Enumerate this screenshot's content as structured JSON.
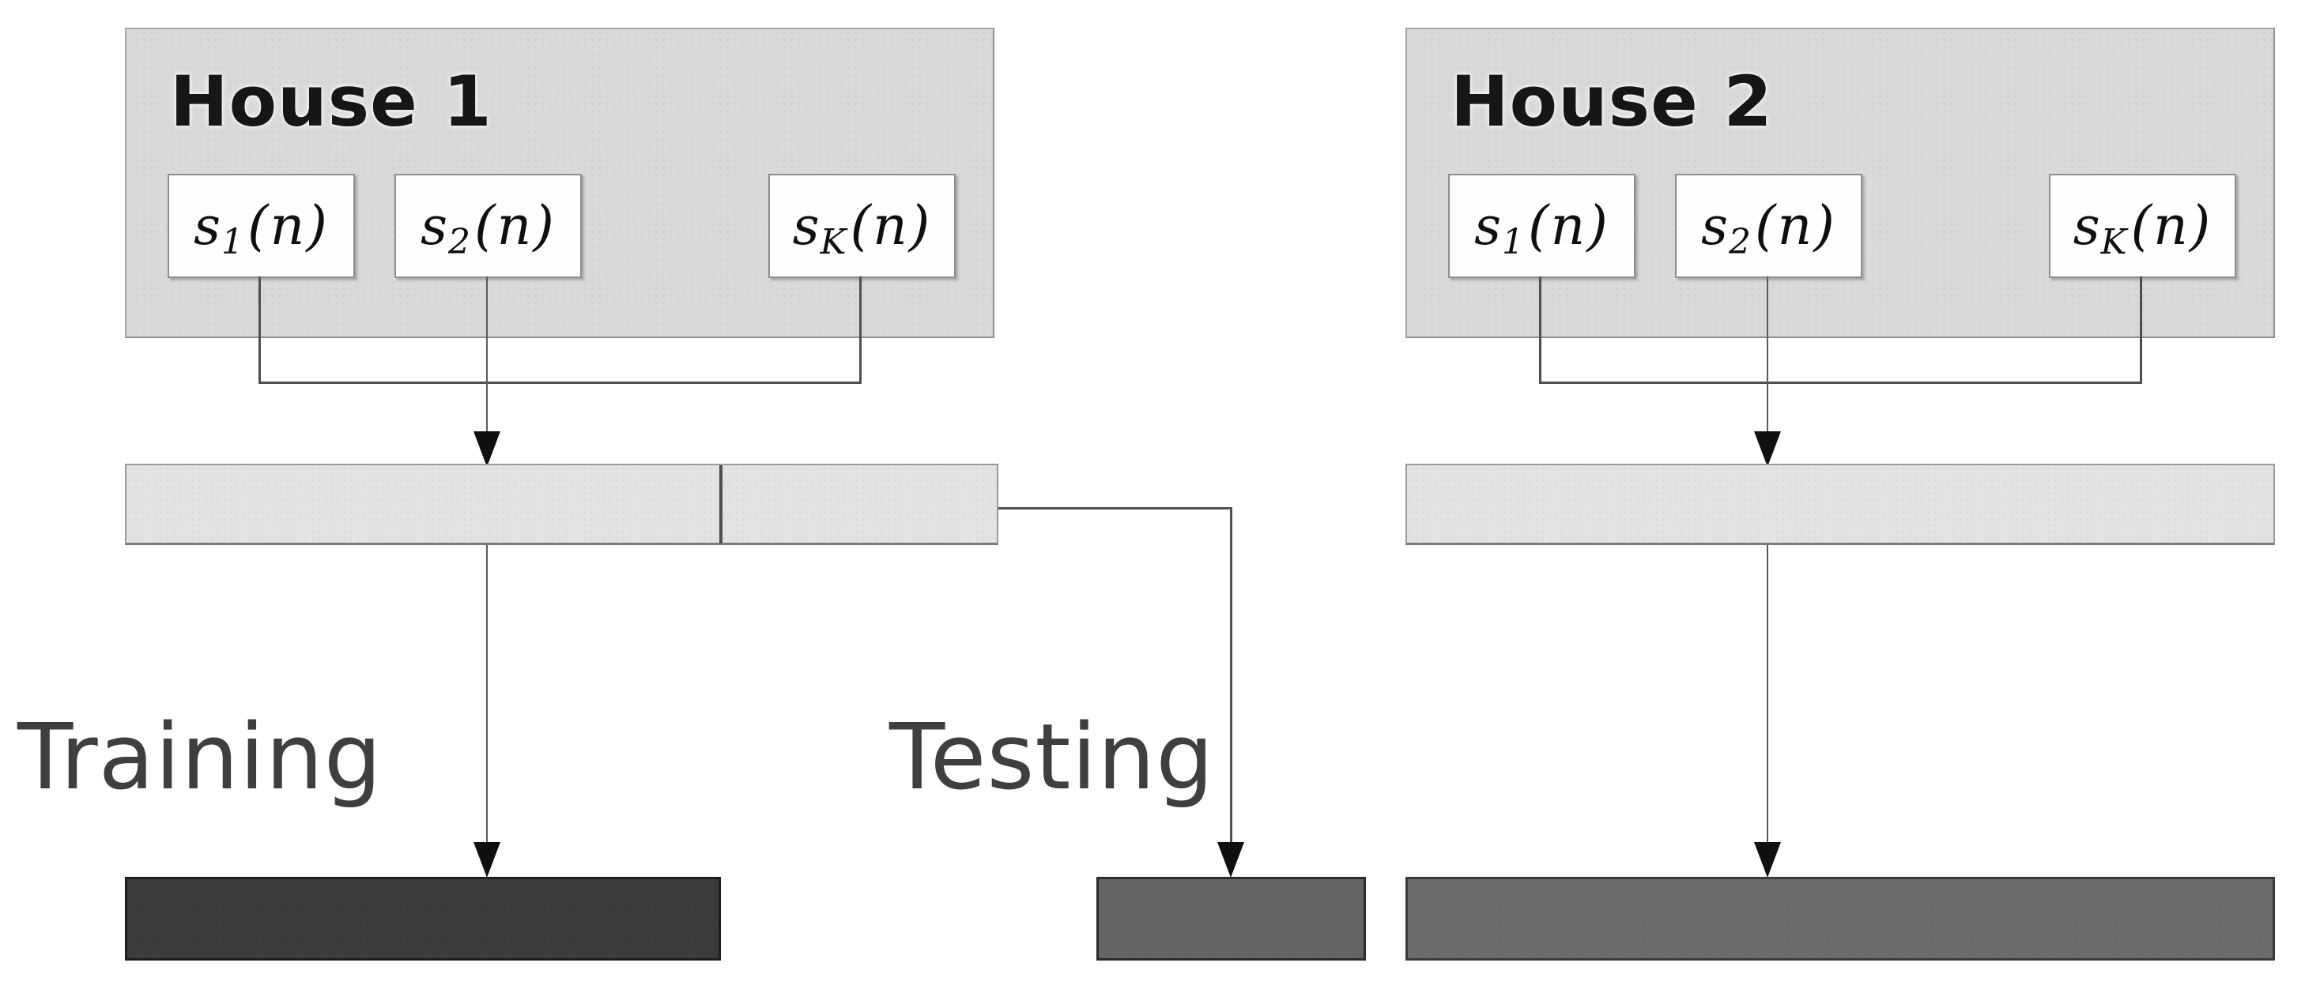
{
  "diagram": {
    "houses": [
      {
        "title": "House 1",
        "signals": [
          {
            "base": "s",
            "sub": "1",
            "args": "(n)"
          },
          {
            "base": "s",
            "sub": "2",
            "args": "(n)"
          },
          {
            "base": "s",
            "sub": "K",
            "args": "(n)"
          }
        ]
      },
      {
        "title": "House 2",
        "signals": [
          {
            "base": "s",
            "sub": "1",
            "args": "(n)"
          },
          {
            "base": "s",
            "sub": "2",
            "args": "(n)"
          },
          {
            "base": "s",
            "sub": "K",
            "args": "(n)"
          }
        ]
      }
    ],
    "labels": {
      "training": "Training",
      "testing": "Testing"
    },
    "colors": {
      "house_panel_fill": "#d9d9d9",
      "signal_box_fill": "#fefefe",
      "recording_bar_fill": "#e3e3e3",
      "training_bar_fill": "#3b3b3b",
      "testing_bar_fill": "#646464",
      "house2_usage_bar_fill": "#6b6b6b",
      "connector_line": "#4f4f4f",
      "arrowhead": "#101010",
      "label_text": "#3f3f3f",
      "title_text": "#161616"
    }
  }
}
